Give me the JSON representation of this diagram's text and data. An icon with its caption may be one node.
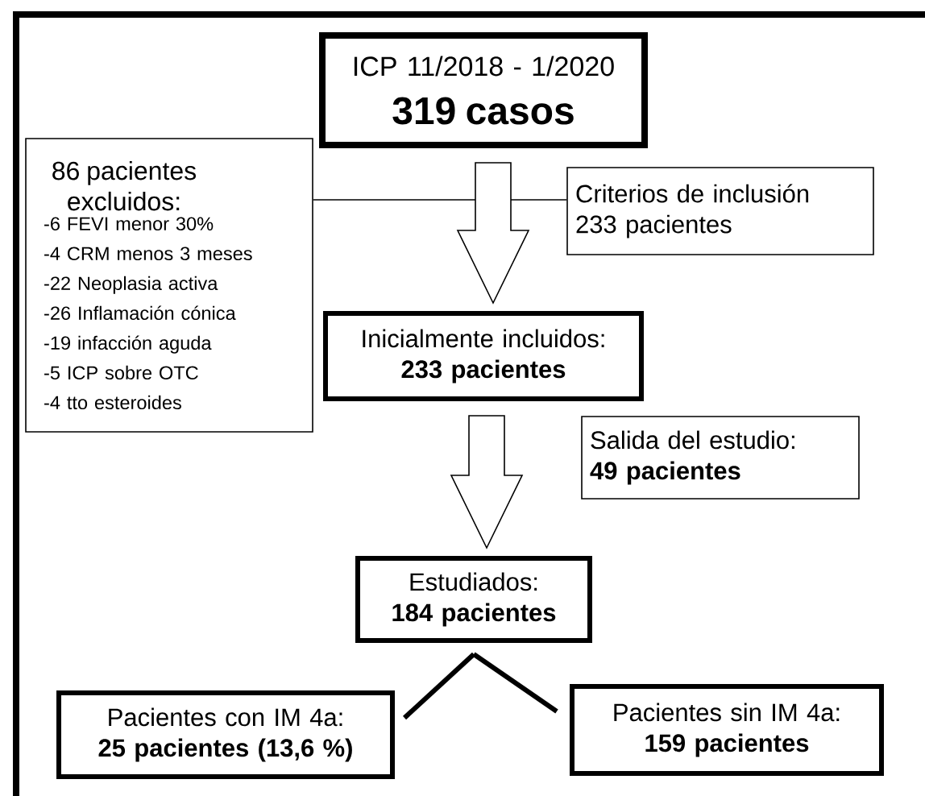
{
  "diagram": {
    "nodes": [
      {
        "text": [
          "ICP 11/2018 - 1/2020",
          "319 casos"
        ]
      },
      {
        "text": [
          "86 pacientes excluidos:",
          "-6 FEVI menor 30%",
          "-4 CRM menos 3 meses",
          "-22 Neoplasia activa",
          "-26 Inflamación cónica",
          "-19 infacción aguda",
          "-5 ICP sobre OTC",
          "-4 tto esteroides"
        ]
      },
      {
        "text": [
          "Criterios de inclusión",
          "233 pacientes"
        ]
      },
      {
        "text": [
          "Inicialmente incluidos:",
          "233 pacientes"
        ]
      },
      {
        "text": [
          "Salida del estudio:",
          "49 pacientes"
        ]
      },
      {
        "text": [
          "Estudiados:",
          "184 pacientes"
        ]
      },
      {
        "text": [
          "Pacientes con IM 4a:",
          "25 pacientes (13,6 %)"
        ]
      },
      {
        "text": [
          "Pacientes sin IM 4a:",
          "159 pacientes"
        ]
      }
    ],
    "edges": [
      {
        "from": 0,
        "to": 3,
        "arrow": "to"
      },
      {
        "from": 1,
        "to": 2,
        "arrow": "none"
      },
      {
        "from": 3,
        "to": 5,
        "arrow": "to"
      },
      {
        "from": 5,
        "to": 6,
        "arrow": "none"
      },
      {
        "from": 5,
        "to": 7,
        "arrow": "none"
      }
    ]
  }
}
